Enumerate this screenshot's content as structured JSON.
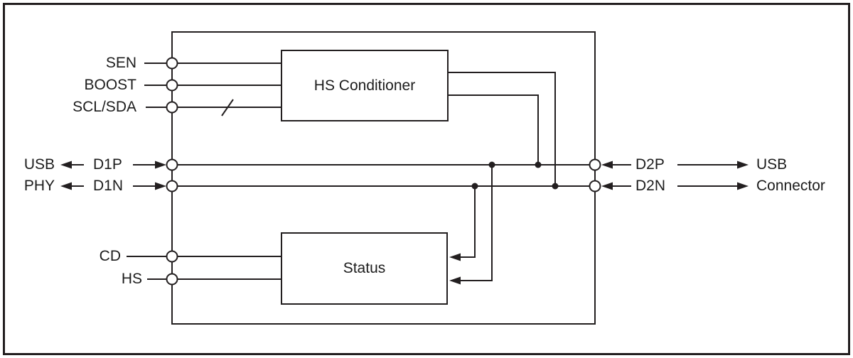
{
  "colors": {
    "line": "#231f20",
    "text": "#1c1c1c",
    "bg": "#ffffff"
  },
  "blocks": {
    "hs_conditioner": "HS Conditioner",
    "status": "Status"
  },
  "ports": {
    "sen": "SEN",
    "boost": "BOOST",
    "scl_sda": "SCL/SDA",
    "d1p": "D1P",
    "d1n": "D1N",
    "cd": "CD",
    "hs": "HS",
    "d2p": "D2P",
    "d2n": "D2N"
  },
  "external": {
    "usb_phy_line1": "USB",
    "usb_phy_line2": "PHY",
    "usb_connector_line1": "USB",
    "usb_connector_line2": "Connector"
  }
}
